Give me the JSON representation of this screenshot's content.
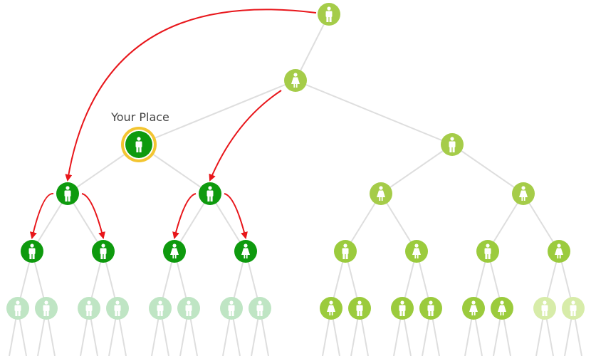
{
  "diagram": {
    "highlight_label": "Your Place",
    "colors": {
      "edge": "#dedede",
      "arrow": "#e8161b",
      "figure": "#ffffff",
      "highlight_ring": "#f3c531",
      "highlight_fill": "#0e9a0e",
      "team_dark": "#0e9a0e",
      "team_faded": "#bfe5c4",
      "other_mid": "#a5cc49",
      "other_light": "#9bcb3d",
      "other_faded": "#d7eca9"
    },
    "nodes": [
      {
        "id": "top",
        "gender": "male",
        "tone": "other_mid"
      },
      {
        "id": "upper",
        "gender": "female",
        "tone": "other_mid"
      },
      {
        "id": "you",
        "gender": "male",
        "tone": "highlight_fill",
        "highlight": true
      },
      {
        "id": "right-lead",
        "gender": "male",
        "tone": "other_mid"
      },
      {
        "id": "l2-a",
        "gender": "male",
        "tone": "team_dark"
      },
      {
        "id": "l2-b",
        "gender": "male",
        "tone": "team_dark"
      },
      {
        "id": "l2-c",
        "gender": "female",
        "tone": "other_mid"
      },
      {
        "id": "l2-d",
        "gender": "female",
        "tone": "other_mid"
      },
      {
        "id": "l3-a",
        "gender": "male",
        "tone": "team_dark"
      },
      {
        "id": "l3-b",
        "gender": "male",
        "tone": "team_dark"
      },
      {
        "id": "l3-c",
        "gender": "female",
        "tone": "team_dark"
      },
      {
        "id": "l3-d",
        "gender": "female",
        "tone": "team_dark"
      },
      {
        "id": "l3-e",
        "gender": "male",
        "tone": "other_light"
      },
      {
        "id": "l3-f",
        "gender": "female",
        "tone": "other_light"
      },
      {
        "id": "l3-g",
        "gender": "male",
        "tone": "other_light"
      },
      {
        "id": "l3-h",
        "gender": "female",
        "tone": "other_light"
      },
      {
        "id": "l4-1",
        "gender": "male",
        "tone": "team_faded"
      },
      {
        "id": "l4-2",
        "gender": "male",
        "tone": "team_faded"
      },
      {
        "id": "l4-3",
        "gender": "male",
        "tone": "team_faded"
      },
      {
        "id": "l4-4",
        "gender": "male",
        "tone": "team_faded"
      },
      {
        "id": "l4-5",
        "gender": "male",
        "tone": "team_faded"
      },
      {
        "id": "l4-6",
        "gender": "male",
        "tone": "team_faded"
      },
      {
        "id": "l4-7",
        "gender": "male",
        "tone": "team_faded"
      },
      {
        "id": "l4-8",
        "gender": "male",
        "tone": "team_faded"
      },
      {
        "id": "l4-9",
        "gender": "female",
        "tone": "other_light"
      },
      {
        "id": "l4-10",
        "gender": "male",
        "tone": "other_light"
      },
      {
        "id": "l4-11",
        "gender": "male",
        "tone": "other_light"
      },
      {
        "id": "l4-12",
        "gender": "male",
        "tone": "other_light"
      },
      {
        "id": "l4-13",
        "gender": "female",
        "tone": "other_light"
      },
      {
        "id": "l4-14",
        "gender": "female",
        "tone": "other_light"
      },
      {
        "id": "l4-15",
        "gender": "male",
        "tone": "other_faded"
      },
      {
        "id": "l4-16",
        "gender": "male",
        "tone": "other_faded"
      }
    ],
    "edges": [
      [
        "top",
        "upper"
      ],
      [
        "upper",
        "you"
      ],
      [
        "upper",
        "right-lead"
      ],
      [
        "you",
        "l2-a"
      ],
      [
        "you",
        "l2-b"
      ],
      [
        "right-lead",
        "l2-c"
      ],
      [
        "right-lead",
        "l2-d"
      ],
      [
        "l2-a",
        "l3-a"
      ],
      [
        "l2-a",
        "l3-b"
      ],
      [
        "l2-b",
        "l3-c"
      ],
      [
        "l2-b",
        "l3-d"
      ],
      [
        "l2-c",
        "l3-e"
      ],
      [
        "l2-c",
        "l3-f"
      ],
      [
        "l2-d",
        "l3-g"
      ],
      [
        "l2-d",
        "l3-h"
      ],
      [
        "l3-a",
        "l4-1"
      ],
      [
        "l3-a",
        "l4-2"
      ],
      [
        "l3-b",
        "l4-3"
      ],
      [
        "l3-b",
        "l4-4"
      ],
      [
        "l3-c",
        "l4-5"
      ],
      [
        "l3-c",
        "l4-6"
      ],
      [
        "l3-d",
        "l4-7"
      ],
      [
        "l3-d",
        "l4-8"
      ],
      [
        "l3-e",
        "l4-9"
      ],
      [
        "l3-e",
        "l4-10"
      ],
      [
        "l3-f",
        "l4-11"
      ],
      [
        "l3-f",
        "l4-12"
      ],
      [
        "l3-g",
        "l4-13"
      ],
      [
        "l3-g",
        "l4-14"
      ],
      [
        "l3-h",
        "l4-15"
      ],
      [
        "l3-h",
        "l4-16"
      ]
    ],
    "arrows": [
      {
        "from": "top",
        "to": "l2-a"
      },
      {
        "from": "upper",
        "to": "l2-b"
      },
      {
        "from": "l2-a",
        "to": "l3-a"
      },
      {
        "from": "l2-a",
        "to": "l3-b"
      },
      {
        "from": "l2-b",
        "to": "l3-c"
      },
      {
        "from": "l2-b",
        "to": "l3-d"
      }
    ]
  }
}
